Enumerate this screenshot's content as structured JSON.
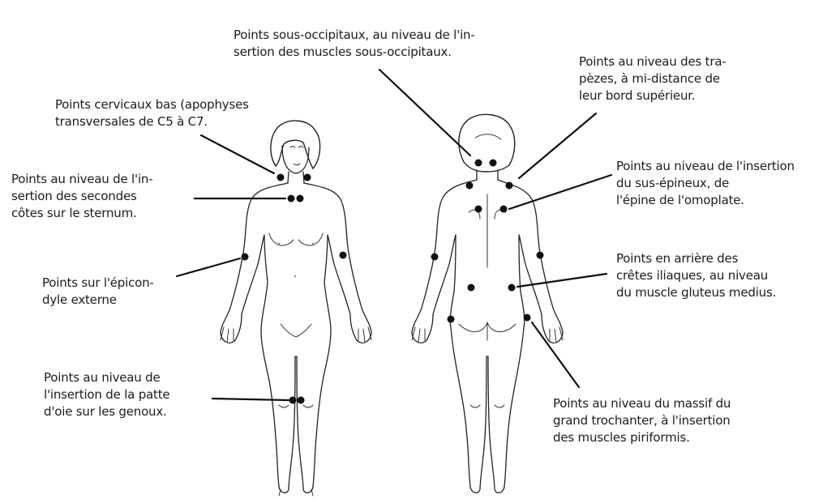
{
  "labels": {
    "sous_occipitaux": "Points sous-occipitaux, au niveau de l'in-\nsertion des muscles sous-occipitaux.",
    "trapezes": "Points au niveau des tra-\npèzes, à mi-distance de\nleur bord supérieur.",
    "cervicaux": "Points cervicaux bas (apophyses\ntransversales de C5 à C7.",
    "secondes_cotes": "Points au niveau de l'in-\nsertion des secondes\ncôtes sur le sternum.",
    "sus_epineux": "Points au niveau de l'insertion\ndu sus-épineux, de\nl'épine de l'omoplate.",
    "epicondyle": "Points sur l'épicon-\ndyle externe",
    "cretes_iliaques": "Points en arrière des\ncrêtes iliaques, au niveau\ndu muscle gluteus medius.",
    "patte_oie": "Points au niveau de\nl'insertion de la patte\nd'oie sur les genoux.",
    "grand_trochanter": "Points au niveau du massif du\ngrand trochanter, à l'insertion\ndes muscles piriformis."
  }
}
